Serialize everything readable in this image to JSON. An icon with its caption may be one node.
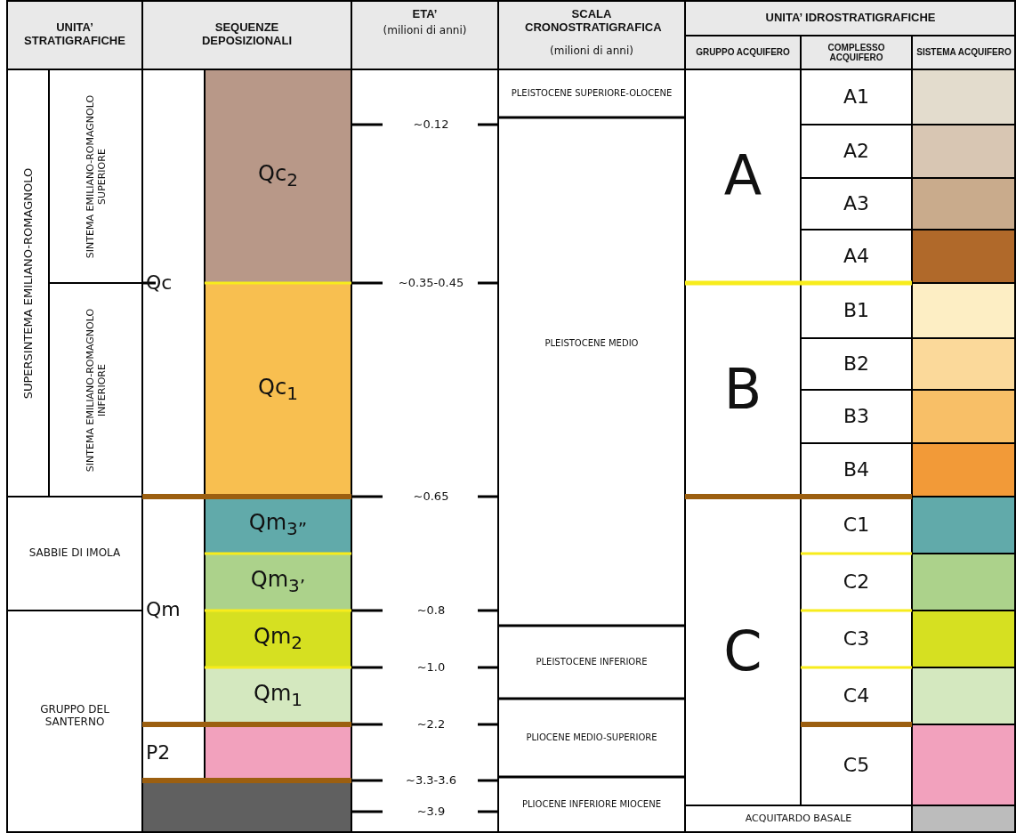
{
  "diagram": {
    "labels": [
      "UNITA’ STRATIGRAFICHE",
      "SEQUENZE DEPOSIZIONALI",
      "ETA’",
      "(milioni di anni)",
      "SCALA CRONOSTRATIGRAFICA",
      "(milioni di anni)",
      "UNITA’ IDROSTRATIGRAFICHE",
      "GRUPPO ACQUIFERO",
      "COMPLESSO ACQUIFERO",
      "SISTEMA ACQUIFERO",
      "SUPERSINTEMA EMILIANO-ROMAGNOLO",
      "SINTEMA EMILIANO-ROMAGNOLO SUPERIORE",
      "Qc$_{2}$",
      "PLEISTOCENE SUPERIORE-OLOCENE",
      "A1",
      "~0.12",
      "A2",
      "A",
      "A3",
      "A4",
      "Qc",
      "~0.35-0.45",
      "B1",
      "PLEISTOCENE MEDIO",
      "B2",
      "SINTEMA EMILIANO-ROMAGNOLO INFERIORE",
      "Qc$_{1}$",
      "B",
      "B3",
      "B4",
      "~0.65",
      "Qm$_{3”}$",
      "SABBIE DI IMOLA",
      "C1",
      "Qm",
      "Qm$_{3’}$",
      "C2",
      "~0.8",
      "Qm$_{2}$",
      "C3",
      "C",
      "PLEISTOCENE INFERIORE",
      "~1.0",
      "Qm$_{1}$",
      "C4",
      "GRUPPO DEL SANTERNO",
      "~2.2",
      "PLIOCENE MEDIO-SUPERIORE",
      "P2",
      "C5",
      "~3.3-3.6",
      "PLIOCENE INFERIORE MIOCENE",
      "~3.9",
      "ACQUITARDO BASALE"
    ]
  }
}
